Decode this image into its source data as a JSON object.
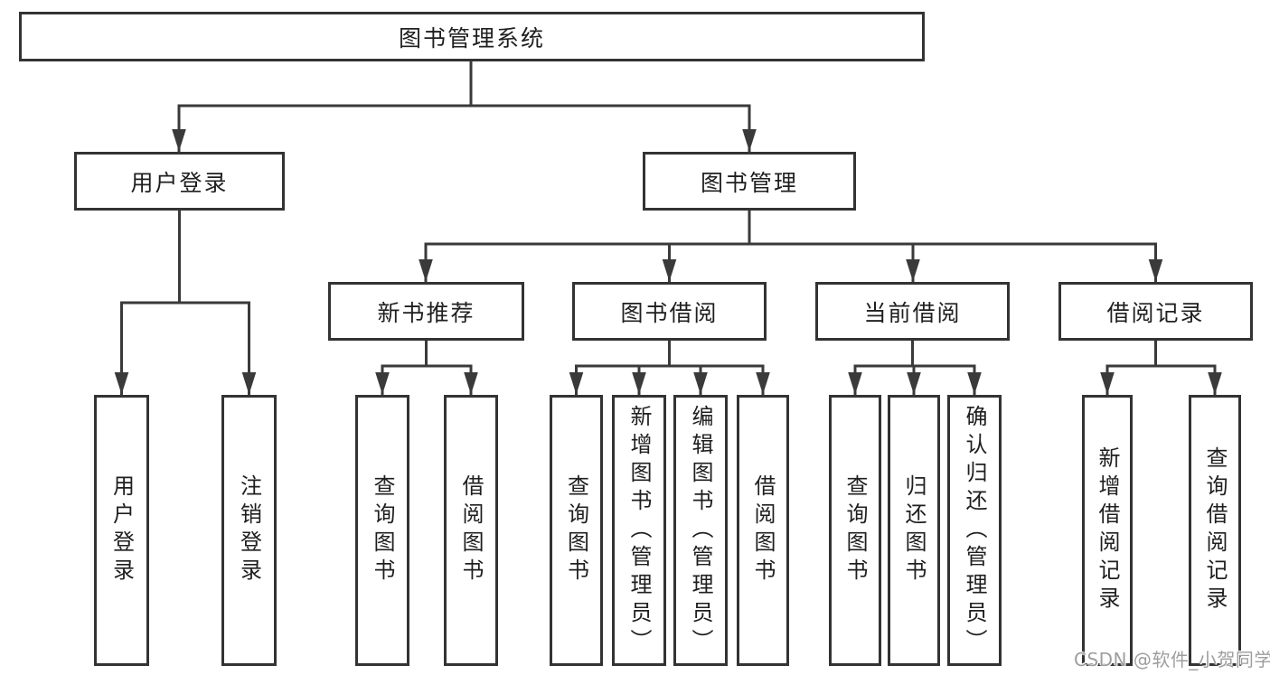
{
  "diagram": {
    "tree": {
      "label": "图书管理系统",
      "children": [
        {
          "label": "用户登录",
          "children": [
            {
              "label": "用户登录"
            },
            {
              "label": "注销登录"
            }
          ]
        },
        {
          "label": "图书管理",
          "children": [
            {
              "label": "新书推荐",
              "children": [
                {
                  "label": "查询图书"
                },
                {
                  "label": "借阅图书"
                }
              ]
            },
            {
              "label": "图书借阅",
              "children": [
                {
                  "label": "查询图书"
                },
                {
                  "label": "新增图书（管理员）"
                },
                {
                  "label": "编辑图书（管理员）"
                },
                {
                  "label": "借阅图书"
                }
              ]
            },
            {
              "label": "当前借阅",
              "children": [
                {
                  "label": "查询图书"
                },
                {
                  "label": "归还图书"
                },
                {
                  "label": "确认归还（管理员）"
                }
              ]
            },
            {
              "label": "借阅记录",
              "children": [
                {
                  "label": "新增借阅记录"
                },
                {
                  "label": "查询借阅记录"
                }
              ]
            }
          ]
        }
      ]
    }
  },
  "watermark": {
    "text": "CSDN @软件_小贺同学"
  },
  "colors": {
    "line": "#3a3a3a",
    "box_border": "#333333",
    "box_fill": "#ffffff",
    "text": "#1f1f1f",
    "watermark": "#9e9e9e",
    "background": "#ffffff"
  }
}
